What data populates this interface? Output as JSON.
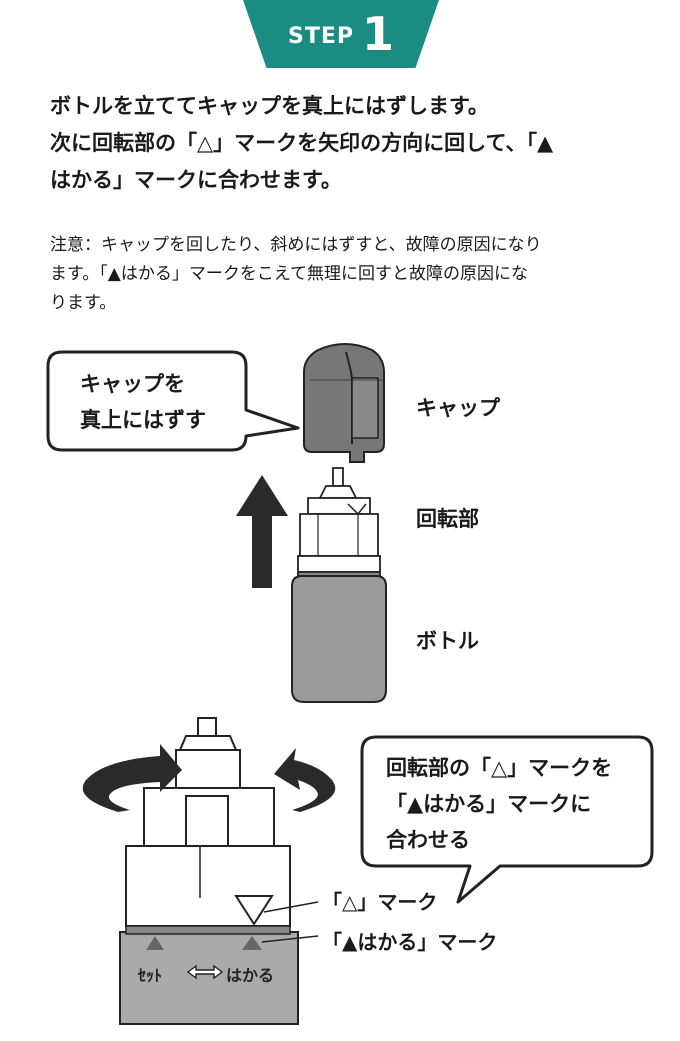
{
  "step": {
    "word": "STEP",
    "number": "1"
  },
  "instructions": [
    "ボトルを立ててキャップを真上にはずします。",
    "次に回転部の「△」マークを矢印の方向に回して、「▲",
    "はかる」マークに合わせます。"
  ],
  "caution": [
    "注意：キャップを回したり、斜めにはずすと、故障の原因になり",
    "ます。「▲はかる」マークをこえて無理に回すと故障の原因にな",
    "ります。"
  ],
  "diagram_top": {
    "bubble_lines": [
      "キャップを",
      "真上にはずす"
    ],
    "labels": {
      "cap": "キャップ",
      "rotating_part": "回転部",
      "bottle": "ボトル"
    }
  },
  "diagram_bottom": {
    "bubble_lines": [
      "回転部の「△」マークを",
      "「▲はかる」マークに",
      "合わせる"
    ],
    "labels": {
      "hollow_mark": "「△」マーク",
      "filled_mark": "「▲はかる」マーク"
    },
    "face_left": "ｾｯﾄ",
    "face_right": "はかる"
  },
  "colors": {
    "accent": "#1b8c82",
    "cap_gray": "#757575",
    "bottle_gray": "#9a9a9a",
    "arrow": "#2a2a2a"
  }
}
